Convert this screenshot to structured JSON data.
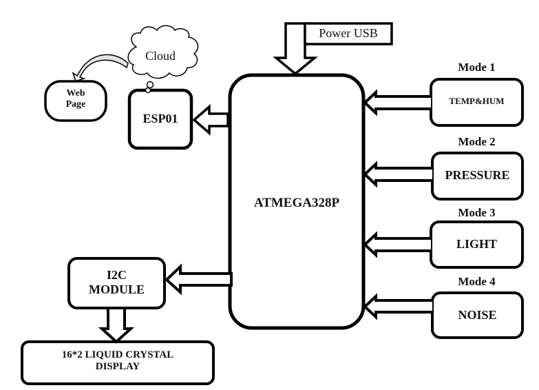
{
  "diagram": {
    "mcu": {
      "label": "ATMEGA328P"
    },
    "power": {
      "label": "Power USB"
    },
    "esp": {
      "label": "ESP01"
    },
    "cloud": {
      "label": "Cloud"
    },
    "webpage": {
      "line1": "Web",
      "line2": "Page"
    },
    "i2c": {
      "line1": "I2C",
      "line2": "MODULE"
    },
    "lcd": {
      "line1": "16*2 LIQUID CRYSTAL",
      "line2": "DISPLAY"
    },
    "modes": [
      {
        "title": "Mode 1",
        "sensor": "TEMP&HUM"
      },
      {
        "title": "Mode 2",
        "sensor": "PRESSURE"
      },
      {
        "title": "Mode 3",
        "sensor": "LIGHT"
      },
      {
        "title": "Mode 4",
        "sensor": "NOISE"
      }
    ]
  }
}
